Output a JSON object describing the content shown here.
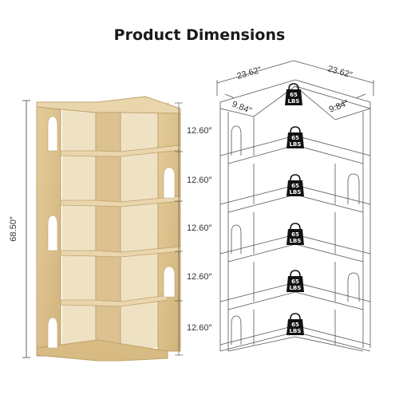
{
  "title": "Product Dimensions",
  "dimensions": {
    "overall_height": "68.50″",
    "shelf_heights": [
      "12.60″",
      "12.60″",
      "12.60″",
      "12.60″",
      "12.60″"
    ],
    "top_length_left": "23.62″",
    "top_length_right": "23.62″",
    "depth_left": "9.84″",
    "depth_right": "9.84″"
  },
  "weight_badges": [
    {
      "num": "65",
      "unit": "LBS"
    },
    {
      "num": "65",
      "unit": "LBS"
    },
    {
      "num": "65",
      "unit": "LBS"
    },
    {
      "num": "65",
      "unit": "LBS"
    },
    {
      "num": "65",
      "unit": "LBS"
    },
    {
      "num": "65",
      "unit": "LBS"
    }
  ],
  "colors": {
    "wood": "#dcc290",
    "wood_dark": "#bfa26c",
    "wood_light": "#ead6ad",
    "line": "#555555"
  }
}
